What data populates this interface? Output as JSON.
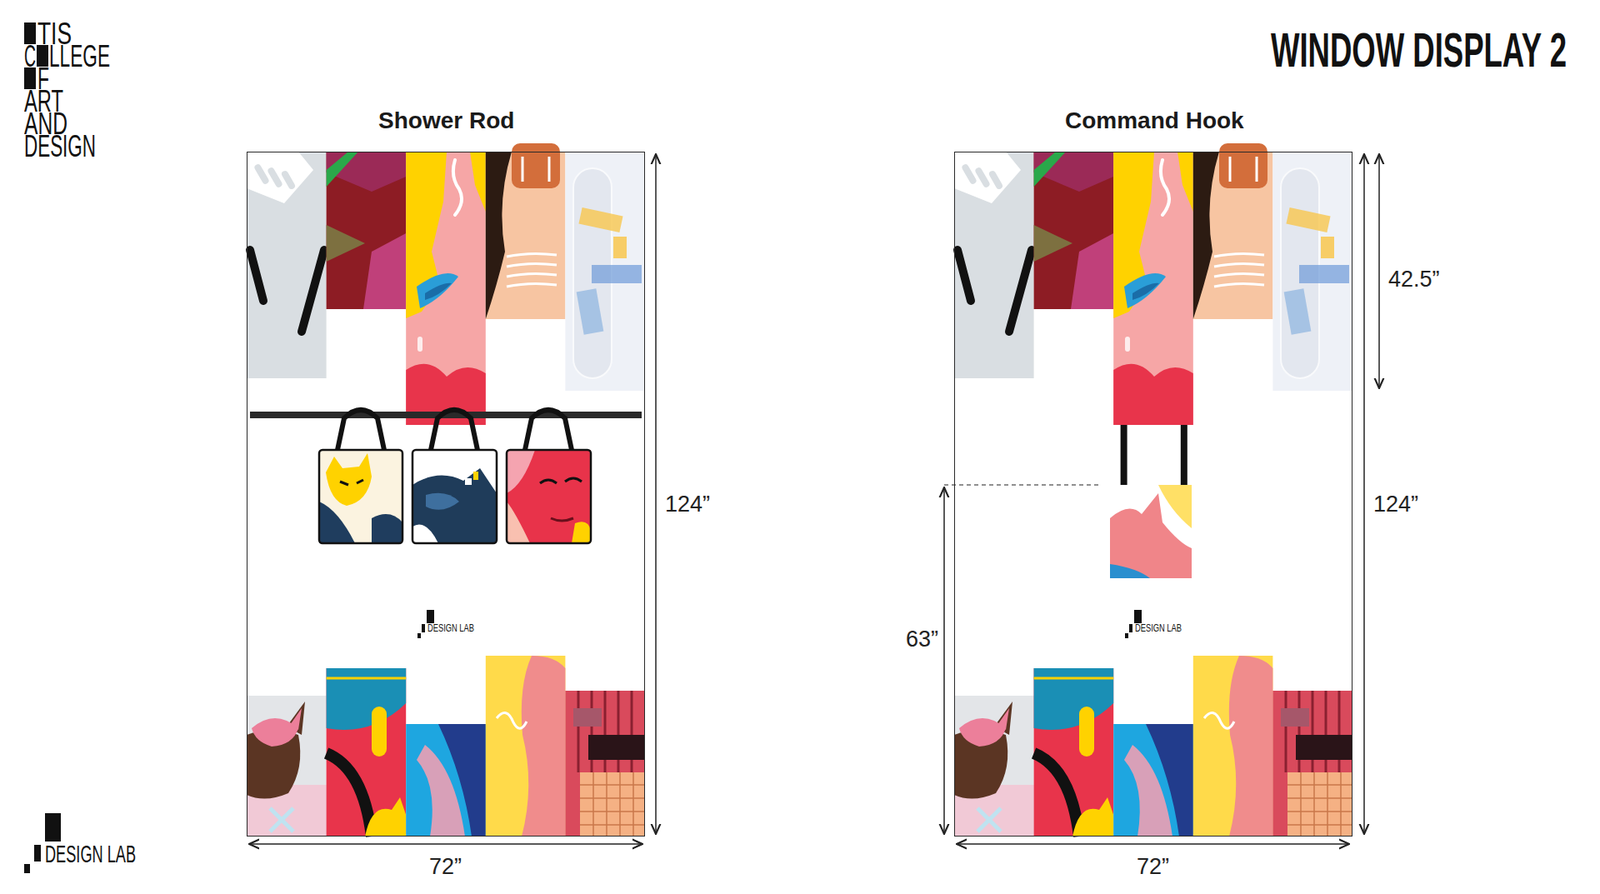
{
  "diagram": {
    "title": "WINDOW DISPLAY 2",
    "nodes": [
      {
        "text": [
          "Shower Rod",
          "DESIGN LAB"
        ]
      },
      {
        "text": [
          "Command Hook",
          "DESIGN LAB"
        ]
      }
    ],
    "labels": [
      "TIS",
      "C",
      "LLEGE",
      "F",
      "ART",
      "AND",
      "DESIGN",
      "124”",
      "72”",
      "42.5”",
      "124”",
      "63”",
      "72”",
      "DESIGN LAB"
    ]
  }
}
